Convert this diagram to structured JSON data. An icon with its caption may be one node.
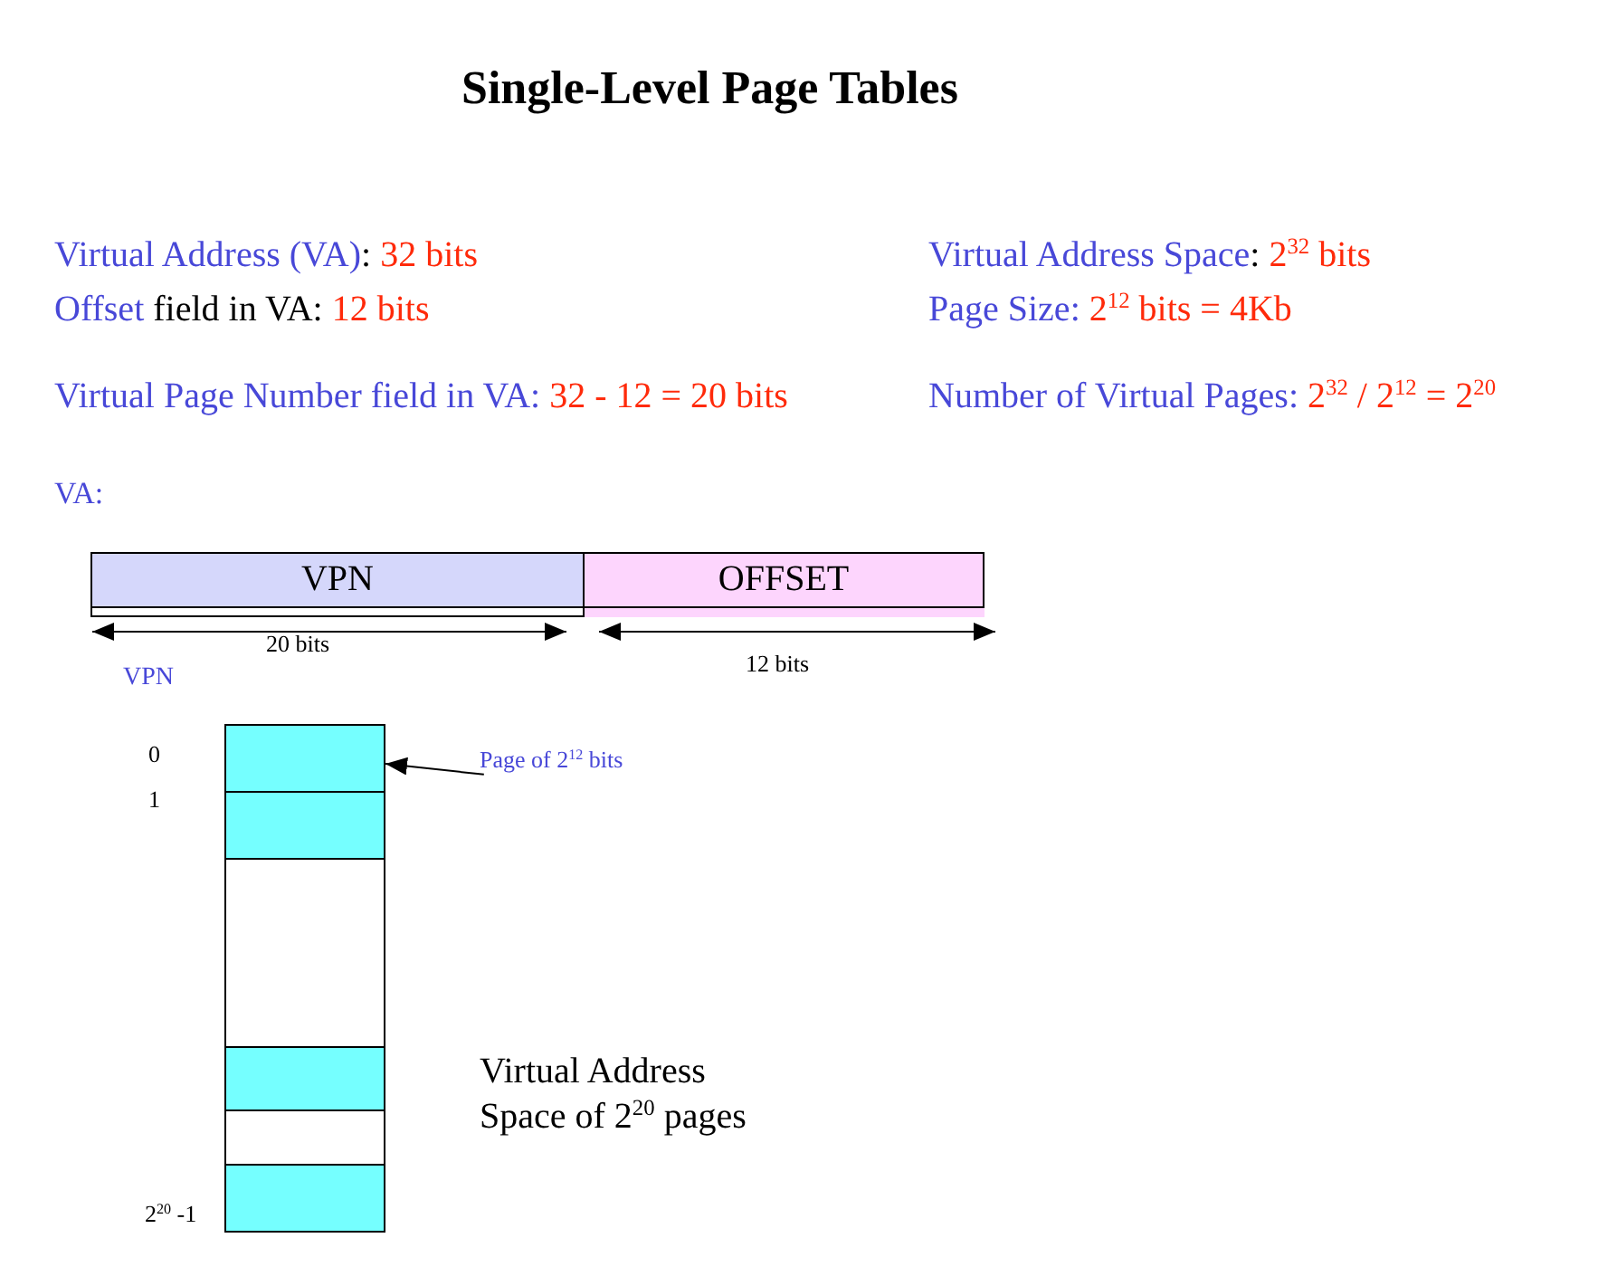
{
  "diagram": {
    "title": "Single-Level Page Tables",
    "nodes": [
      {
        "text": [
          "VPN"
        ]
      },
      {
        "text": [
          "OFFSET"
        ]
      },
      {
        "text": [],
        "shape": "box",
        "beside": [
          "0"
        ]
      },
      {
        "text": [],
        "shape": "box",
        "beside": [
          "1"
        ]
      },
      {
        "text": [],
        "shape": "box"
      },
      {
        "text": [],
        "shape": "box"
      },
      {
        "text": [],
        "shape": "box"
      },
      {
        "text": [],
        "shape": "box",
        "beside": [
          "2$^{20}$ -1"
        ]
      },
      {
        "text": [
          "Page of 2$^{12}$ bits"
        ]
      }
    ],
    "edges": [
      {
        "from": 8,
        "to": 2,
        "arrow": "to"
      }
    ],
    "labels": [
      "Virtual Address (VA): 32 bits",
      "Virtual Address Space: 2$^{32}$ bits",
      "Offset field in VA: 12 bits",
      "Page Size: 2$^{12}$ bits = 4Kb",
      "Virtual Page Number field in VA: 32 - 12 = 20 bits",
      "Number of Virtual Pages: 2$^{32}$ / 2$^{12}$ = 2$^{20}$",
      "VA:",
      "20 bits",
      "12 bits",
      "VPN",
      "Virtual Address Space of 2$^{20}$ pages"
    ]
  }
}
